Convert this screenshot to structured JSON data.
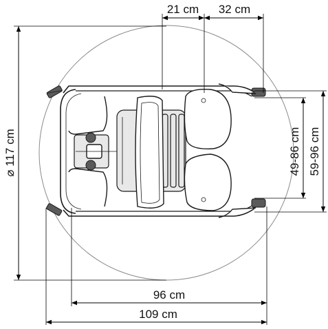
{
  "dimensions": {
    "turning_circle": "⌀ 117 cm",
    "top_left": "21 cm",
    "top_right": "32 cm",
    "side_inner": "49-86 cm",
    "side_outer": "59-96 cm",
    "bottom_inner": "96 cm",
    "bottom_outer": "109 cm"
  },
  "colors": {
    "ink": "#111111",
    "circle": "#8a8a8a",
    "background": "#ffffff"
  }
}
